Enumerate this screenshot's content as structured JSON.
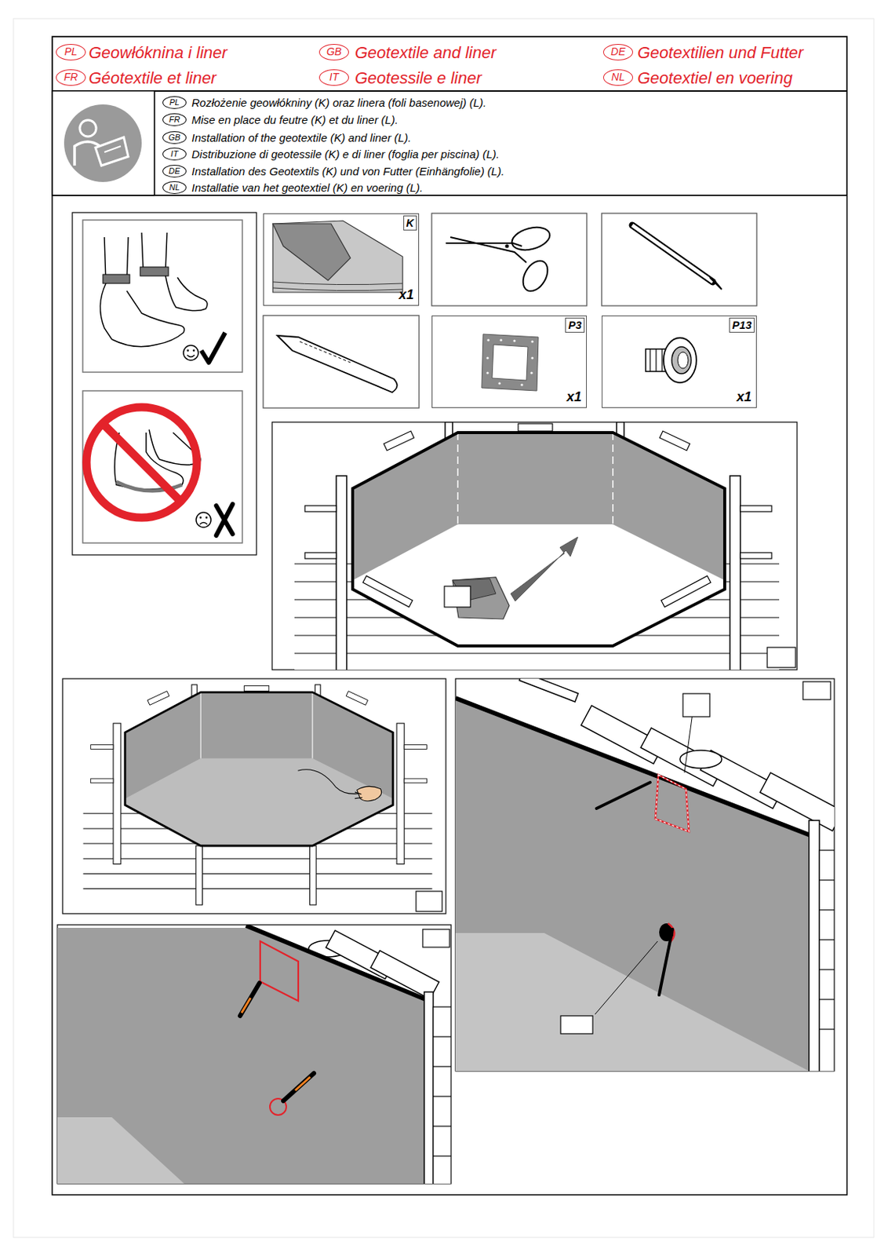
{
  "diagram": {
    "nodes": [
      {
        "text": [
          "Geowłóknina i liner",
          "Geotextile and liner",
          "Geotextilien und Futter",
          "Géotextile et liner",
          "Geotessile e liner",
          "Geotextiel en voering"
        ]
      },
      {
        "text": [
          "Rozłożenie geowłókniny (K) oraz linera (foli basenowej) (L).",
          "Mise en place du feutre (K) et du liner (L).",
          "Installation of the geotextile (K) and liner (L).",
          "Distribuzione di geotessile (K) e di liner (foglia per piscina) (L).",
          "Installation des Geotextils (K) und von Futter (Einhängfolie) (L).",
          "Installatie van het geotextiel (K) en voering (L)."
        ]
      },
      {
        "text": [
          "K",
          "x1"
        ]
      },
      {
        "text": [
          "P3",
          "x1"
        ]
      },
      {
        "text": [
          "P13",
          "x1"
        ]
      }
    ],
    "labels": [
      "PL",
      "GB",
      "DE",
      "FR",
      "IT",
      "NL",
      "PL",
      "FR",
      "GB",
      "IT",
      "DE",
      "NL"
    ]
  }
}
